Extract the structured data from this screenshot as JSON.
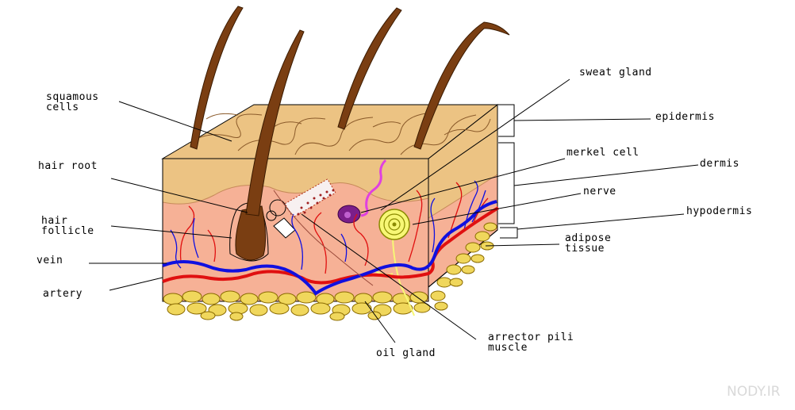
{
  "labels": {
    "squamous_cells": [
      "squamous",
      "cells"
    ],
    "hair_root": "hair root",
    "hair_follicle": [
      "hair",
      "follicle"
    ],
    "vein": "vein",
    "artery": "artery",
    "oil_gland": "oil gland",
    "arrector_pili_muscle": [
      "arrector pili",
      "muscle"
    ],
    "sweat_gland": "sweat gland",
    "epidermis": "epidermis",
    "merkel_cell": "merkel cell",
    "dermis": "dermis",
    "nerve": "nerve",
    "hypodermis": "hypodermis",
    "adipose_tissue": [
      "adipose",
      "tissue"
    ]
  },
  "watermark": "NODY.IR",
  "colors": {
    "epidermis": "#ecc383",
    "dermis": "#f6b196",
    "fat": "#f0d75c",
    "hair": "#7a3e12",
    "vein": "#1010e0",
    "artery": "#e01010",
    "nerve_fiber": "#f7f775"
  }
}
